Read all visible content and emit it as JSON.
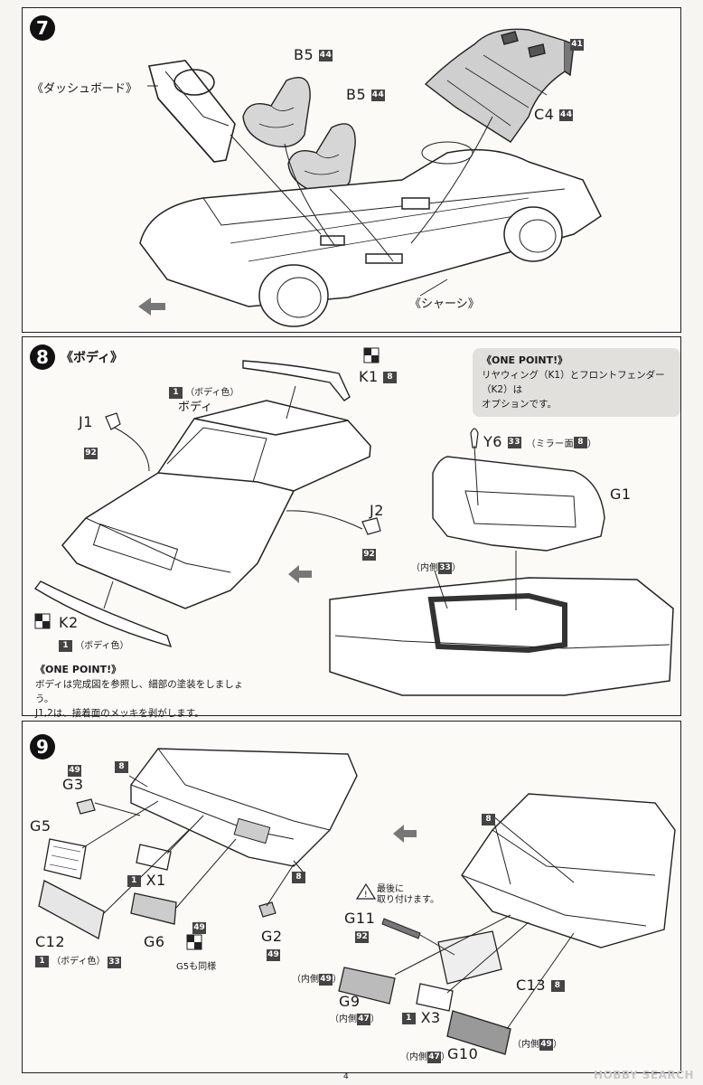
{
  "step7": {
    "number": "7",
    "dashboard_label": "《ダッシュボード》",
    "chassis_label": "《シャーシ》",
    "seat1": {
      "part": "B5",
      "color": "44"
    },
    "seat2": {
      "part": "B5",
      "color": "44"
    },
    "rear_seat": {
      "part": "C4",
      "color": "44"
    },
    "rear_panel_color": "41"
  },
  "step8": {
    "number": "8",
    "title": "《ボディ》",
    "body_note": "（ボディ色）",
    "body_note_num": "1",
    "body_label": "ボディ",
    "k1": {
      "part": "K1",
      "color": "8"
    },
    "j1": {
      "part": "J1",
      "color": "92"
    },
    "j2": {
      "part": "J2",
      "color": "92"
    },
    "y6": {
      "part": "Y6",
      "color": "33",
      "note": "（ミラー面",
      "note_num": "8",
      "note_end": "）"
    },
    "g1": "G1",
    "inner": {
      "text": "（内側",
      "num": "33",
      "end": "）"
    },
    "k2": {
      "part": "K2",
      "num": "1",
      "note": "（ボディ色）"
    },
    "onepoint1": {
      "title": "《ONE POINT!》",
      "lines": [
        "リヤウィング（K1）とフロントフェンダー（K2）は",
        "オプションです。"
      ]
    },
    "onepoint2": {
      "title": "《ONE POINT!》",
      "lines": [
        "ボディは完成図を参照し、細部の塗装をしましょう。",
        "J1,2は、接着面のメッキを剥がします。"
      ]
    }
  },
  "step9": {
    "number": "9",
    "c8a": "8",
    "c8b": "8",
    "c8c": "8",
    "g3": {
      "part": "G3",
      "color": "49"
    },
    "g5": "G5",
    "x1": {
      "part": "X1",
      "num": "1"
    },
    "c12": {
      "part": "C12",
      "num": "1",
      "note": "（ボディ色）",
      "color": "33"
    },
    "g6": {
      "part": "G6",
      "color": "49"
    },
    "g5same": "G5も同様",
    "g2": {
      "part": "G2",
      "color": "49"
    },
    "warning": [
      "最後に",
      "取り付けます。"
    ],
    "g11": {
      "part": "G11",
      "color": "92"
    },
    "g9": {
      "part": "G9",
      "inner1": "（内側",
      "num1": "49",
      "end1": "）",
      "inner2": "（内側",
      "num2": "47",
      "end2": "）"
    },
    "x3": {
      "part": "X3",
      "num": "1"
    },
    "c13": {
      "part": "C13",
      "color": "8"
    },
    "g10": {
      "part": "G10",
      "inner1": "（内側",
      "num1": "47",
      "end1": "）",
      "inner2": "（内側",
      "num2": "49",
      "end2": "）"
    }
  },
  "footer": {
    "page": "4",
    "watermark": "HOBBY SEARCH"
  }
}
